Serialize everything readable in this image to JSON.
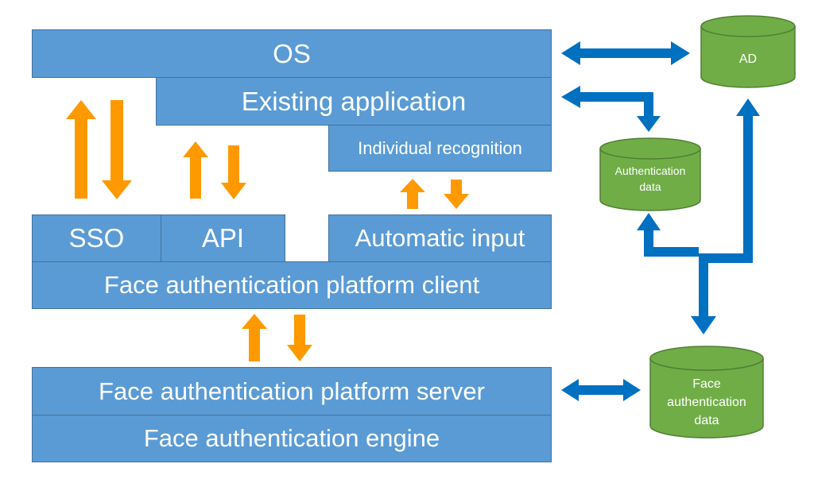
{
  "blocks": {
    "os": "OS",
    "existing_application": "Existing application",
    "individual_recognition": "Individual recognition",
    "sso": "SSO",
    "api": "API",
    "automatic_input": "Automatic input",
    "platform_client": "Face authentication platform client",
    "platform_server": "Face authentication platform server",
    "engine": "Face authentication engine"
  },
  "databases": {
    "ad": "AD",
    "authentication_data": "Authentication data",
    "face_authentication_data": "Face authentication data"
  },
  "colors": {
    "block_fill": "#5b9bd5",
    "block_border": "#41719c",
    "orange_arrow": "#ff9900",
    "blue_arrow": "#0070c0",
    "db_fill": "#70ad47",
    "db_border": "#507e32"
  }
}
